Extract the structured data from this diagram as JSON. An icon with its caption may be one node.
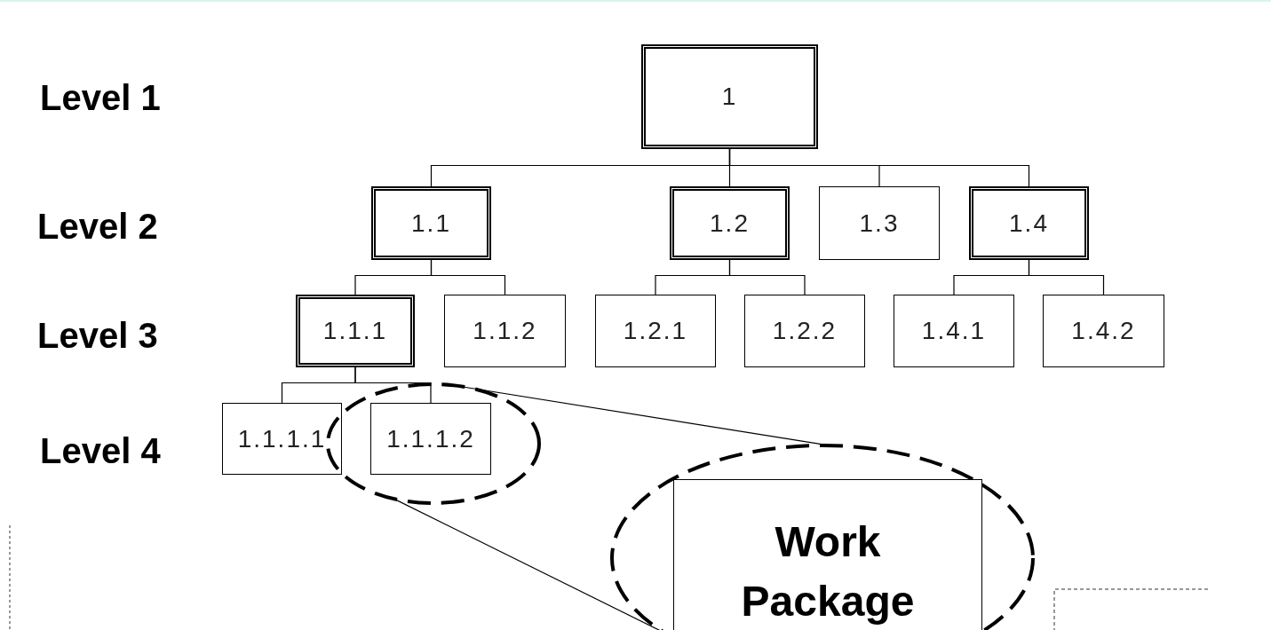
{
  "diagram": {
    "nodes": [
      {
        "text": [
          "1"
        ]
      },
      {
        "text": [
          "1.1"
        ]
      },
      {
        "text": [
          "1.2"
        ]
      },
      {
        "text": [
          "1.3"
        ]
      },
      {
        "text": [
          "1.4"
        ]
      },
      {
        "text": [
          "1.1.1"
        ]
      },
      {
        "text": [
          "1.1.2"
        ]
      },
      {
        "text": [
          "1.2.1"
        ]
      },
      {
        "text": [
          "1.2.2"
        ]
      },
      {
        "text": [
          "1.4.1"
        ]
      },
      {
        "text": [
          "1.4.2"
        ]
      },
      {
        "text": [
          "1.1.1.1"
        ]
      },
      {
        "text": [],
        "shape": "ellipse"
      },
      {
        "text": [
          "1.1.1.2"
        ],
        "in": 12
      },
      {
        "text": [],
        "shape": "ellipse"
      },
      {
        "text": [
          "Work Package"
        ],
        "in": 14
      }
    ],
    "edges": [
      {
        "from": 0,
        "to": 1,
        "arrow": "none"
      },
      {
        "from": 0,
        "to": 2,
        "arrow": "none"
      },
      {
        "from": 0,
        "to": 3,
        "arrow": "none"
      },
      {
        "from": 0,
        "to": 4,
        "arrow": "none"
      },
      {
        "from": 1,
        "to": 5,
        "arrow": "none"
      },
      {
        "from": 1,
        "to": 6,
        "arrow": "none"
      },
      {
        "from": 2,
        "to": 7,
        "arrow": "none"
      },
      {
        "from": 2,
        "to": 8,
        "arrow": "none"
      },
      {
        "from": 4,
        "to": 9,
        "arrow": "none"
      },
      {
        "from": 4,
        "to": 10,
        "arrow": "none"
      },
      {
        "from": 5,
        "to": 11,
        "arrow": "none"
      },
      {
        "from": 5,
        "to": 13,
        "arrow": "none"
      },
      {
        "from": 12,
        "to": 14,
        "arrow": "none"
      },
      {
        "from": 12,
        "to": 14,
        "arrow": "none"
      }
    ],
    "labels": [
      "Level 1",
      "Level 2",
      "Level 3",
      "Level 4"
    ]
  }
}
